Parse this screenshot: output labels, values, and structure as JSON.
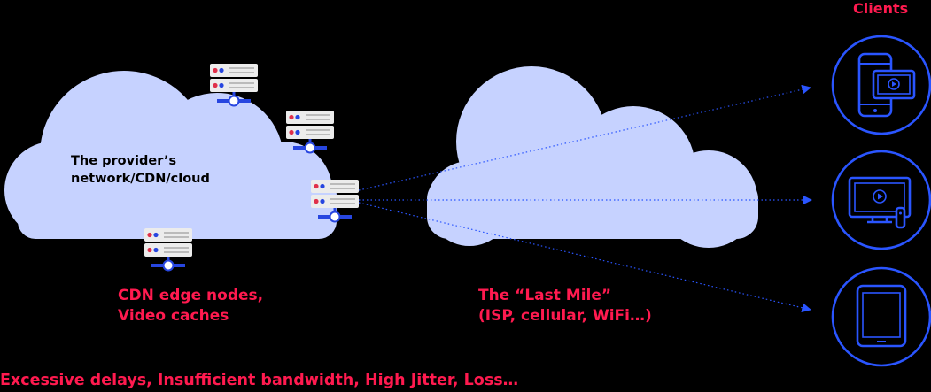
{
  "provider_cloud": {
    "line1": "The provider’s",
    "line2": "network/CDN/cloud"
  },
  "edge_label": {
    "line1": "CDN edge nodes,",
    "line2": "Video caches"
  },
  "last_mile": {
    "line1": "The “Last Mile”",
    "line2": "(ISP, cellular, WiFi…)"
  },
  "clients": {
    "title": "Clients",
    "items": [
      {
        "icon": "smartphone-video-icon"
      },
      {
        "icon": "tv-video-icon"
      },
      {
        "icon": "tablet-icon"
      }
    ]
  },
  "issues": "Excessive delays, Insufficient bandwidth, High Jitter, Loss…",
  "colors": {
    "background": "#000000",
    "cloud": "#c6d2ff",
    "accent_red": "#ff1a4f",
    "client_blue": "#2a55ff",
    "server_blue": "#2746e0"
  }
}
